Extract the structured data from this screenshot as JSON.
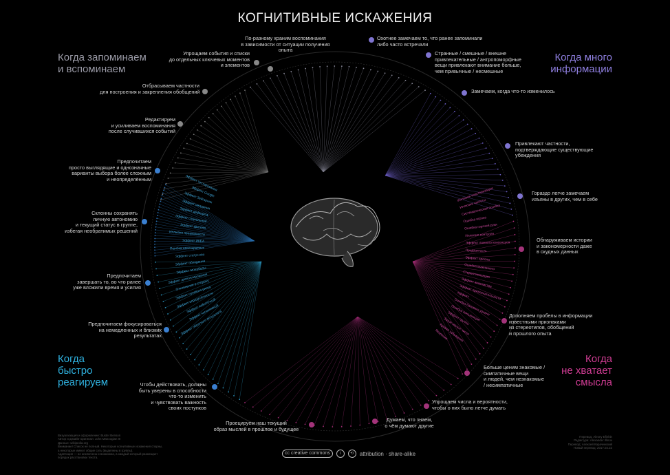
{
  "title": "КОГНИТИВНЫЕ ИСКАЖЕНИЯ",
  "quadrants": {
    "top_left": {
      "label": "Когда запоминаем\nи вспоминаем",
      "color": "#9a9aa6"
    },
    "top_right": {
      "label": "Когда много\nинформации",
      "color": "#8f7fe0"
    },
    "bottom_left": {
      "label": "Когда\nбыстро\nреагируем",
      "color": "#2fb2e0"
    },
    "bottom_right": {
      "label": "Когда\nне хватает\nсмысла",
      "color": "#d23d95"
    }
  },
  "annotations": [
    {
      "id": "a1",
      "text": "По-разному храним воспоминания\nв зависимости от ситуации получения\nопыта",
      "dot": "#888"
    },
    {
      "id": "a2",
      "text": "Упрощаем события и списки\nдо отдельных ключевых моментов\nи элементов",
      "dot": "#888"
    },
    {
      "id": "a3",
      "text": "Отбрасываем частности\nдля построения и закрепления обобщений",
      "dot": "#888"
    },
    {
      "id": "a4",
      "text": "Редактируем\nи усиливаем воспоминания\nпосле случившихся событий",
      "dot": "#888"
    },
    {
      "id": "a5",
      "text": "Предпочитаем\nпросто выглядящие и однозначные\nварианты выбора более сложным\nи неопределённым",
      "dot": "#3a7fd0"
    },
    {
      "id": "a6",
      "text": "Склонны сохранять\nличную автономию\nи текущий статус в группе,\nизбегая необратимых решений",
      "dot": "#3a7fd0"
    },
    {
      "id": "a7",
      "text": "Предпочитаем\nзавершать то, во что ранее\nуже вложили время и усилия",
      "dot": "#3a7fd0"
    },
    {
      "id": "a8",
      "text": "Предпочитаем фокусироваться\nна немедленных и близких\nрезультатах",
      "dot": "#3a7fd0"
    },
    {
      "id": "a9",
      "text": "Чтобы действовать, должны\nбыть уверены в способности\nчто-то изменить\nи чувствовать важность\nсвоих поступков",
      "dot": "#3a7fd0"
    },
    {
      "id": "a10",
      "text": "Проецируем наш текущий\nобраз мыслей в прошлое и будущее",
      "dot": "#a3337a"
    },
    {
      "id": "a11",
      "text": "Думаем, что знаем,\nо чём думают другие",
      "dot": "#a3337a"
    },
    {
      "id": "a12",
      "text": "Упрощаем числа и вероятности,\nчтобы о них было легче думать",
      "dot": "#a3337a"
    },
    {
      "id": "a13",
      "text": "Больше ценим знакомые /\nсимпатичные вещи\nи людей, чем незнакомые\n/ несимпатичные",
      "dot": "#a3337a"
    },
    {
      "id": "a14",
      "text": "Дополняем пробелы в информации\nизвестными признаками\nиз стереотипов, обобщений\nи прошлого опыта",
      "dot": "#a3337a"
    },
    {
      "id": "a15",
      "text": "Обнаруживаем истории\nи закономерности даже\nв скудных данных",
      "dot": "#a3337a"
    },
    {
      "id": "a16",
      "text": "Гораздо легче замечаем\nизъяны в других, чем в себе",
      "dot": "#7f74d0"
    },
    {
      "id": "a17",
      "text": "Привлекают частности,\nподтверждающие существующие\nубеждения",
      "dot": "#7f74d0"
    },
    {
      "id": "a18",
      "text": "Замечаем, когда что-то изменилось",
      "dot": "#7f74d0"
    },
    {
      "id": "a19",
      "text": "Странные / смешные / внешне\nпривлекательные / антропоморфные\nвещи привлекают внимание больше,\nчем привычные / несмешные",
      "dot": "#7f74d0"
    },
    {
      "id": "a20",
      "text": "Охотнее замечаем то, что ранее запоминали\nлибо часто встречали",
      "dot": "#7f74d0"
    }
  ],
  "ring_labels_right": [
    "Иллюзия кластеризации",
    "Иллюзия частоты",
    "Систематическая ошибка",
    "Ошибка игрока",
    "Ошибка горячей руки",
    "Иллюзия контроля",
    "Эффект ложного консенсуса",
    "Предвзятость",
    "Эффект ореола",
    "Ошибка выжившего",
    "Стереотипизация",
    "Эффект знакомства",
    "Эффект привлекательности",
    "Аффект",
    "Ошибка базового уровня",
    "Ошибка конъюнкции",
    "Эффект группы",
    "Закон малых чисел",
    "Кривая забывания",
    "Якорение"
  ],
  "ring_labels_left": [
    "Эффект обратного результата",
    "Эффект когнитивной",
    "Эффект избыточной",
    "Эффект определённости",
    "Эффект нулевого риска",
    "Отклонение в сторону",
    "Эффект дисконтирования",
    "Эффект гиперболы",
    "Эффект обладания",
    "Эффект статус-кво",
    "Ошибка невозвратных",
    "Эффект ИКЕА",
    "Иллюзия прозрачности",
    "Эффект зрителя",
    "Эффект социальной",
    "Эффект дефицита",
    "Эффект ожидания",
    "Эффект Зейгарник",
    "Эффект Google",
    "Эффект тестирования"
  ],
  "credits_left": "Визуализация и оформление: Buster Benson\nАвтор и дизайн-оригинал: John Manoogian III\nДанные: wikipedia.org\nВнимание! Список не полный. Некоторые когнитивные искажения спорны,\nа некоторые имеют общие суть (выделены в группы).\nАдаптация — не исключена и возможна, а каждый который размещает\nпорядок расстановки текста.",
  "credits_right": "Перевод: Alexey Efinkin\nРедактура: Alexander Illinov\nПеревод: Алексей Карачинский\nНовый перевод: 2017.02.22",
  "license": {
    "cc": "cc creative commons",
    "text": "attribution · share-alike"
  }
}
